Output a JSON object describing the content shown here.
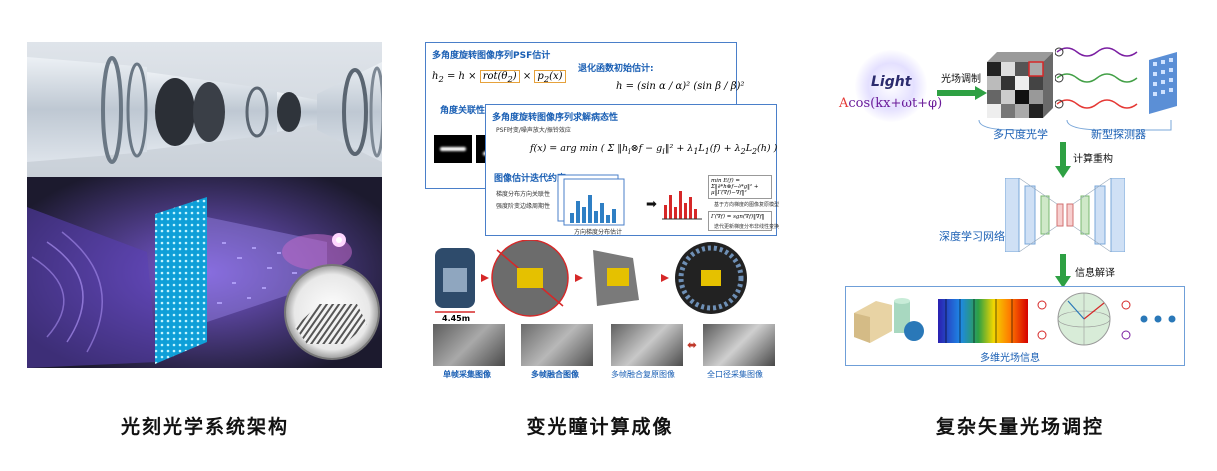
{
  "captions": {
    "left": "光刻光学系统架构",
    "middle": "变光瞳计算成像",
    "right": "复杂矢量光场调控"
  },
  "middle_panel": {
    "box1": {
      "title": "多角度旋转图像序列PSF估计",
      "section": "退化函数初始估计:",
      "side_label": "角度关联性"
    },
    "box2": {
      "title": "多角度旋转图像序列求解病态性",
      "bullet1": "PSF时变/噪声放大/振铃效应",
      "model_label": "基于方向梯度的图像复原模型",
      "section": "图像估计迭代约束:",
      "bullet2": "梯度分布方向关联性",
      "bullet3": "强度阶变边缘周期性",
      "hist_label": "方向梯度分布估计",
      "update_label": "迭代更新梯度分布非线性变换"
    },
    "scale_label": "4.45m",
    "image_labels": [
      "单帧采集图像",
      "多帧融合图像",
      "多帧融合复原图像",
      "全口径采集图像"
    ]
  },
  "right_panel": {
    "light_word": "Light",
    "formula_A": "A",
    "formula_rest": "cos(kx+ωt+φ)",
    "modulation_label": "光场调制",
    "multiscale_optics": "多尺度光学",
    "new_detector": "新型探测器",
    "compute_label": "计算重构",
    "network_label": "深度学习网络",
    "decode_label": "信息解译",
    "info_label": "多维光场信息"
  },
  "colors": {
    "accent_blue": "#1a5fb4",
    "arrow_green": "#2ea043",
    "red_arrow": "#d62828"
  }
}
